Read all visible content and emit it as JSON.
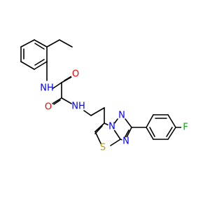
{
  "molecule": {
    "atoms": {
      "nh_upper": {
        "text": "NH"
      },
      "o_upper": {
        "text": "O"
      },
      "o_lower": {
        "text": "O"
      },
      "nh_lower": {
        "text": "NH"
      },
      "n_bridge": {
        "text": "N"
      },
      "n_top": {
        "text": "N"
      },
      "n_low": {
        "text": "N"
      },
      "s_ring": {
        "text": "S"
      },
      "fluorine": {
        "text": "F"
      }
    },
    "colors": {
      "bond": "#000000",
      "nitrogen": "#0000ff",
      "oxygen": "#ff0000",
      "sulfur": "#b8a000",
      "fluorine": "#00b000"
    }
  }
}
